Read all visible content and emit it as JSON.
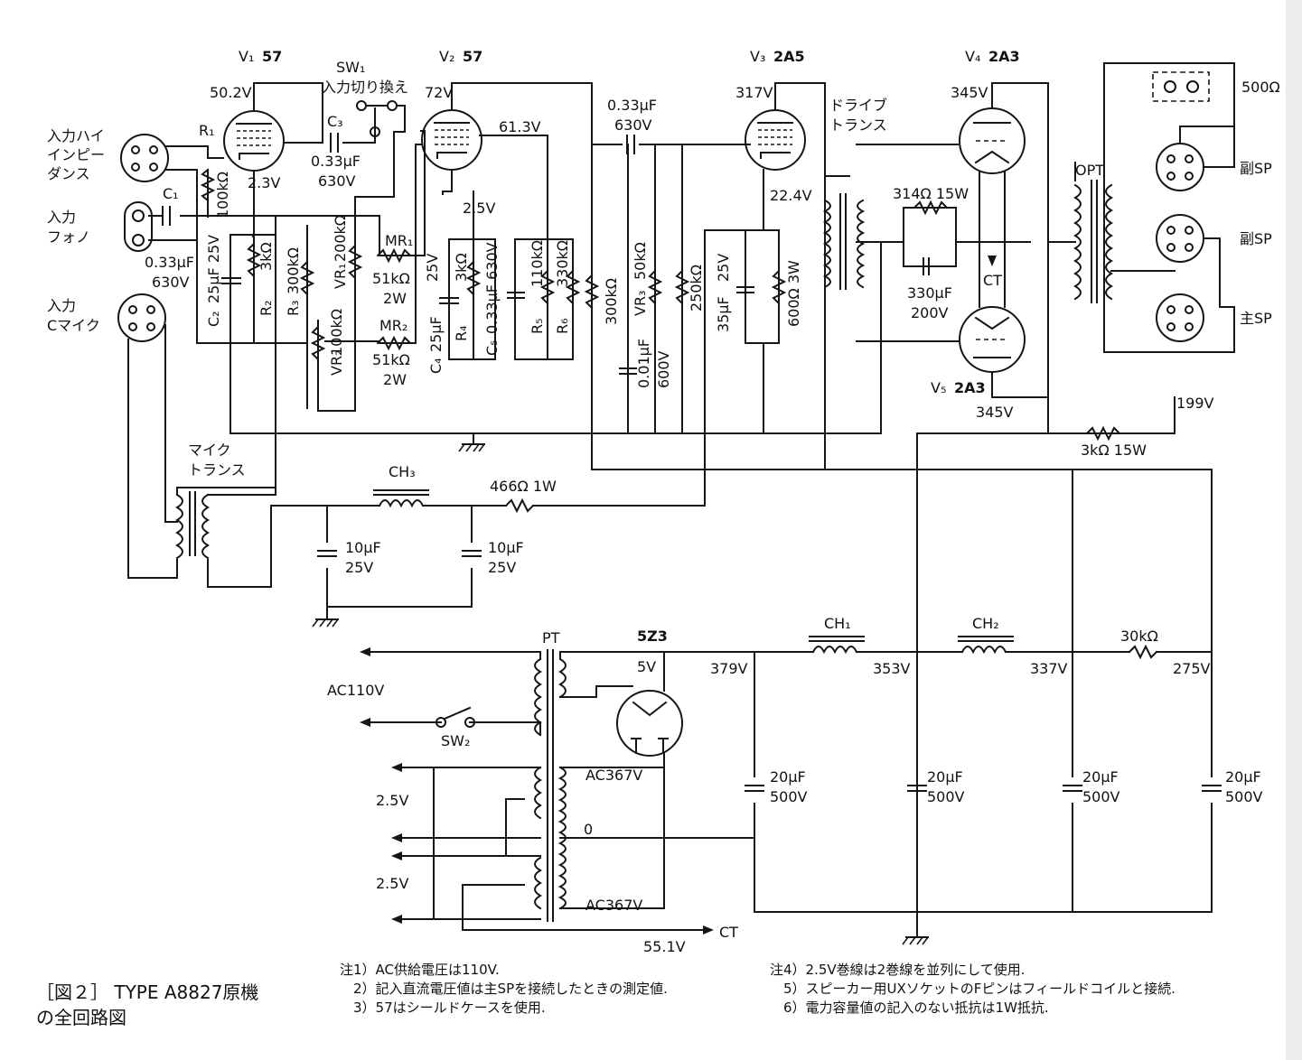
{
  "figure": {
    "caption_line1": "［図２］ TYPE  A8827原機",
    "caption_line2": "の全回路図"
  },
  "tubes": {
    "v1": {
      "name": "V₁",
      "type": "57",
      "plate_v": "50.2V",
      "cathode_v": "2.3V"
    },
    "v2": {
      "name": "V₂",
      "type": "57",
      "plate_v": "72V",
      "screen_v": "61.3V",
      "cathode_v": "2.5V"
    },
    "v3": {
      "name": "V₃",
      "type": "2A5",
      "plate_v": "317V",
      "cathode_v": "22.4V"
    },
    "v4": {
      "name": "V₄",
      "type": "2A3",
      "plate_v": "345V"
    },
    "v5": {
      "name": "V₅",
      "type": "2A3",
      "plate_v": "345V"
    },
    "rect": {
      "type": "5Z3",
      "fil_v": "5V"
    }
  },
  "inputs": {
    "hi_z": [
      "入力ハイ",
      "インピー",
      "ダンス"
    ],
    "phono": [
      "入力",
      "フォノ"
    ],
    "mic": [
      "入力",
      "Cマイク"
    ]
  },
  "switch1": {
    "name": "SW₁",
    "label": "入力切り換え"
  },
  "switch2": {
    "name": "SW₂"
  },
  "components": {
    "r1": "R₁",
    "r1_val": "100kΩ",
    "c1": "C₁",
    "c1_val1": "0.33μF",
    "c1_val2": "630V",
    "c3": "C₃",
    "c3_val1": "0.33μF",
    "c3_val2": "630V",
    "c2": "C₂",
    "c2_val": "25μF 25V",
    "r2": "R₂",
    "r2_val": "3kΩ",
    "r3": "R₃",
    "r3_val": "300kΩ",
    "vr1": "VR₁",
    "vr1_val": "200kΩ",
    "mr1": "MR₁",
    "mr1_val1": "51kΩ",
    "mr1_val2": "2W",
    "vr2": "VR₂",
    "vr2_val": "100kΩ",
    "mr2": "MR₂",
    "mr2_val1": "51kΩ",
    "mr2_val2": "2W",
    "c4": "C₄",
    "c4_val": "25μF",
    "c4_v": "25V",
    "r4": "R₄",
    "r4_val": "3kΩ",
    "c5": "C₅",
    "c5_val": "0.33μF 630V",
    "r5": "R₅",
    "r5_val": "110kΩ",
    "r6": "R₆",
    "r6_val": "330kΩ",
    "r300k": "300kΩ",
    "cc_val1": "0.33μF",
    "cc_val2": "630V",
    "vr3": "VR₃",
    "vr3_val": "50kΩ",
    "r250k": "250kΩ",
    "c001": "0.01μF",
    "c001_v": "600V",
    "c35": "35μF",
    "c35_v": "25V",
    "r600": "600Ω 3W",
    "r314": "314Ω 15W",
    "c330": "330μF",
    "c330_v": "200V",
    "ct": "CT",
    "drive_trans": [
      "ドライブ",
      "トランス"
    ],
    "opt": "OPT",
    "sp_500": "500Ω",
    "sp_sub1": "副SP",
    "sp_sub2": "副SP",
    "sp_main": "主SP",
    "v_199": "199V",
    "r3k15": "3kΩ 15W",
    "mic_trans": [
      "マイク",
      "トランス"
    ],
    "ch3": "CH₃",
    "r466": "466Ω 1W",
    "c10a_val": "10μF",
    "c10a_v": "25V",
    "c10b_val": "10μF",
    "c10b_v": "25V",
    "pt": "PT",
    "ac_in": "AC110V",
    "ac367_a": "AC367V",
    "ac367_b": "AC367V",
    "zero": "0",
    "fil_25a": "2.5V",
    "fil_25b": "2.5V",
    "ct_out": "CT",
    "ct_v": "55.1V",
    "v379": "379V",
    "v353": "353V",
    "v337": "337V",
    "v275": "275V",
    "ch1": "CH₁",
    "ch2": "CH₂",
    "r30k": "30kΩ",
    "c20_val": "20μF",
    "c20_v": "500V"
  },
  "notes_left": [
    "注1）AC供給電圧は110V.",
    "　2）記入直流電圧値は主SPを接続したときの測定値.",
    "　3）57はシールドケースを使用."
  ],
  "notes_right": [
    "注4）2.5V巻線は2巻線を並列にして使用.",
    "　5）スピーカー用UXソケットのFピンはフィールドコイルと接続.",
    "　6）電力容量値の記入のない抵抗は1W抵抗."
  ]
}
